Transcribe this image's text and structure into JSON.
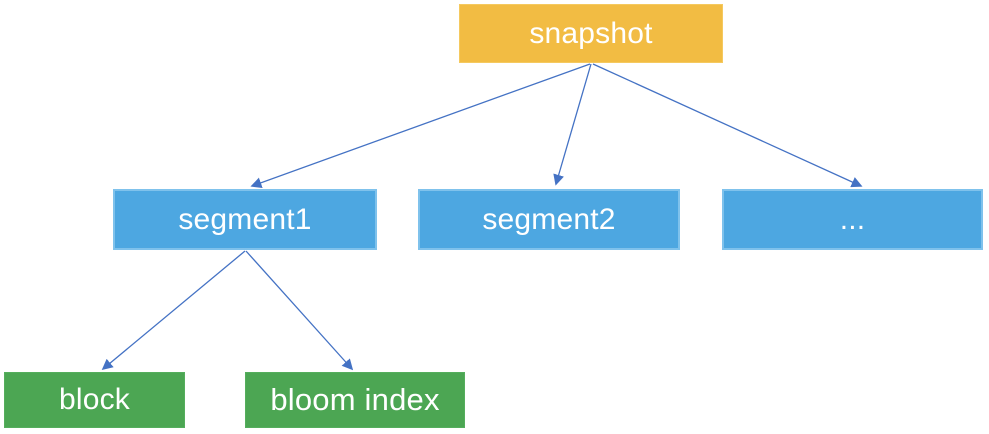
{
  "diagram": {
    "type": "tree",
    "nodes": [
      {
        "id": "snapshot",
        "label": "snapshot",
        "level": "root",
        "fill": "#F2BC43"
      },
      {
        "id": "segment1",
        "label": "segment1",
        "level": "middle",
        "fill": "#4DA7E1"
      },
      {
        "id": "segment2",
        "label": "segment2",
        "level": "middle",
        "fill": "#4DA7E1"
      },
      {
        "id": "segments-more",
        "label": "...",
        "level": "middle",
        "fill": "#4DA7E1"
      },
      {
        "id": "block",
        "label": "block",
        "level": "leaf",
        "fill": "#4CA653"
      },
      {
        "id": "bloom-index",
        "label": "bloom index",
        "level": "leaf",
        "fill": "#4CA653"
      }
    ],
    "edges": [
      {
        "from": "snapshot",
        "to": "segment1"
      },
      {
        "from": "snapshot",
        "to": "segment2"
      },
      {
        "from": "snapshot",
        "to": "segments-more"
      },
      {
        "from": "segment1",
        "to": "block"
      },
      {
        "from": "segment1",
        "to": "bloom-index"
      }
    ],
    "colors": {
      "root_fill": "#F2BC43",
      "segment_fill": "#4DA7E1",
      "leaf_fill": "#4CA653",
      "arrow": "#4472C4",
      "label_text": "#FFFFFF",
      "background": "#FFFFFF"
    }
  }
}
